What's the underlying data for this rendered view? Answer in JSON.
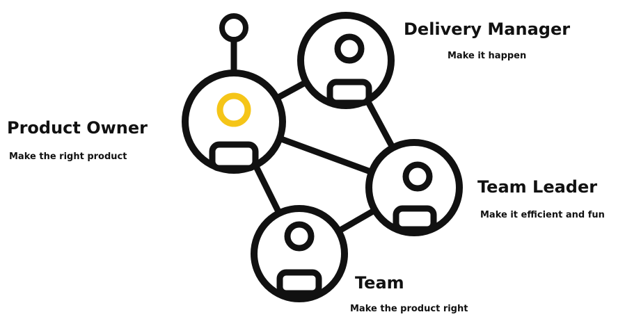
{
  "colors": {
    "stroke": "#111111",
    "accent": "#F5C518",
    "background": "#ffffff"
  },
  "roles": [
    {
      "id": "product-owner",
      "title": "Product Owner",
      "subtitle": "Make the right product",
      "icon": "user-icon",
      "highlighted": true
    },
    {
      "id": "delivery-manager",
      "title": "Delivery Manager",
      "subtitle": "Make it happen",
      "icon": "user-icon",
      "highlighted": false
    },
    {
      "id": "team-leader",
      "title": "Team Leader",
      "subtitle": "Make it efficient and fun",
      "icon": "user-icon",
      "highlighted": false
    },
    {
      "id": "team",
      "title": "Team",
      "subtitle": "Make the product right",
      "icon": "user-icon",
      "highlighted": false
    }
  ],
  "connections": [
    [
      "product-owner",
      "delivery-manager"
    ],
    [
      "product-owner",
      "team-leader"
    ],
    [
      "product-owner",
      "team"
    ],
    [
      "delivery-manager",
      "team-leader"
    ],
    [
      "team-leader",
      "team"
    ]
  ]
}
